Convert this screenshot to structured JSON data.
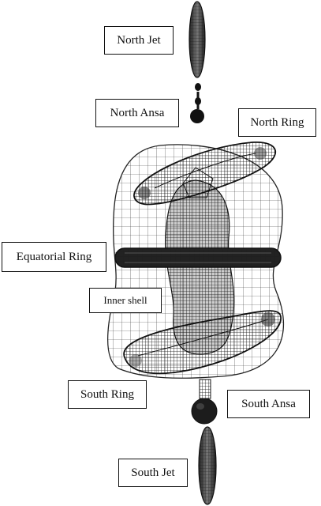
{
  "labels": {
    "north_jet": "North Jet",
    "north_ansa": "North Ansa",
    "north_ring": "North Ring",
    "equatorial_ring": "Equatorial Ring",
    "inner_shell": "Inner shell",
    "south_ring": "South Ring",
    "south_ansa": "South Ansa",
    "south_jet": "South Jet"
  },
  "colors": {
    "mesh": "#1a1a1a",
    "solid": "#222222",
    "background": "#ffffff"
  }
}
